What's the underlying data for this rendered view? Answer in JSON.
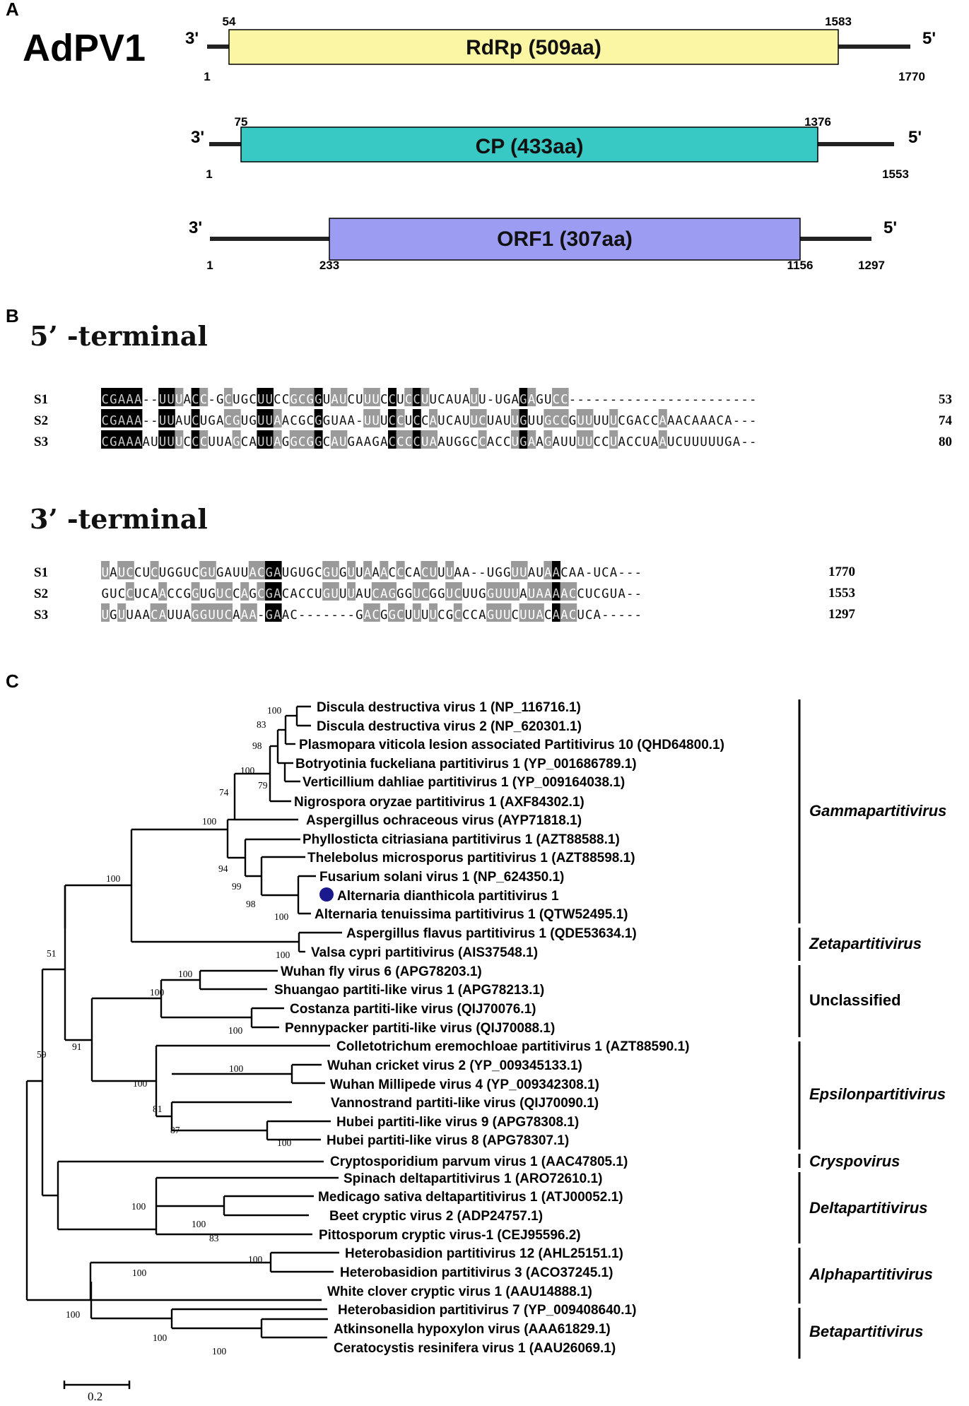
{
  "panel_a": {
    "label": "A",
    "virus": "AdPV1",
    "segments": [
      {
        "end3": "3'",
        "end5": "5'",
        "orf": "RdRp (509aa)",
        "start": "54",
        "stop": "1583",
        "first": "1",
        "last": "1770",
        "color": "#fbf6a4"
      },
      {
        "end3": "3'",
        "end5": "5'",
        "orf": "CP (433aa)",
        "start": "75",
        "stop": "1376",
        "first": "1",
        "last": "1553",
        "color": "#39c9c4"
      },
      {
        "end3": "3'",
        "end5": "5'",
        "orf": "ORF1 (307aa)",
        "start": "233",
        "stop": "1156",
        "first": "1",
        "last": "1297",
        "color": "#9b9cf2"
      }
    ]
  },
  "panel_b": {
    "label": "B",
    "five_prime": {
      "title": "5’ -terminal",
      "rows": [
        {
          "name": "S1",
          "seq": "CGAAA--UUUACC-GCUGCUUCCGCGGUAUCUUUCCUCCUUCAUAUU-UGAGAGUCC----------------------",
          "len": "53"
        },
        {
          "name": "S2",
          "seq": "CGAAA--UUAUCUGACGUGUUAACGCGGUAA-UUUCCUCCAUCAUUCUAUUGUUGCCGUUUUUCGACCAAACAAACA---",
          "len": "74"
        },
        {
          "name": "S3",
          "seq": "CGAAAAUUUUCCCUUAGCAUUAGGCGGCAUGAAGACCCCUAAUGGCCACCUGAAGAUUUUCCUACCUAAUCUUUUUGA",
          "len": "80"
        }
      ]
    },
    "three_prime": {
      "title": "3’ -terminal",
      "rows": [
        {
          "name": "S1",
          "seq": "UAUCCUCUGGUCGUGAUUACGAUGUGCGUGUUAAACCCACUUUAA--UGGUUAUAACAA-UCA---",
          "len": "1770"
        },
        {
          "name": "S2",
          "seq": "GUCCUCAACCGGUGUCCAGCGACACCUGUUUAUCAGGGUCGGUCUUGGUUUAUAAAACCUCGUA",
          "len": "1553"
        },
        {
          "name": "S3",
          "seq": "UGUUAACAUUAGGUUCAAA-GAAC-------GACGGCUUUUCGCCCAGUUCUUACAACUCA---",
          "len": "1297"
        }
      ]
    }
  },
  "panel_c": {
    "label": "C",
    "taxa": [
      "Discula destructiva virus 1 (NP_116716.1)",
      "Discula destructiva virus 2 (NP_620301.1)",
      "Plasmopara viticola lesion associated Partitivirus 10 (QHD64800.1)",
      "Botryotinia fuckeliana partitivirus 1 (YP_001686789.1)",
      "Verticillium dahliae partitivirus 1 (YP_009164038.1)",
      "Nigrospora oryzae partitivirus 1 (AXF84302.1)",
      "Aspergillus ochraceous virus (AYP71818.1)",
      "Phyllosticta citriasiana partitivirus 1 (AZT88588.1)",
      "Thelebolus microsporus partitivirus 1 (AZT88598.1)",
      "Fusarium solani virus 1 (NP_624350.1)",
      "Alternaria dianthicola partitivirus 1",
      "Alternaria tenuissima partitivirus 1 (QTW52495.1)",
      "Aspergillus flavus partitivirus 1 (QDE53634.1)",
      "Valsa cypri partitivirus (AIS37548.1)",
      "Wuhan fly virus 6 (APG78203.1)",
      "Shuangao partiti-like virus 1 (APG78213.1)",
      "Costanza partiti-like virus (QIJ70076.1)",
      "Pennypacker partiti-like virus (QIJ70088.1)",
      "Colletotrichum eremochloae partitivirus 1 (AZT88590.1)",
      "Wuhan cricket virus 2 (YP_009345133.1)",
      "Wuhan Millipede virus 4 (YP_009342308.1)",
      "Vannostrand partiti-like virus (QIJ70090.1)",
      "Hubei partiti-like virus 9 (APG78308.1)",
      "Hubei partiti-like virus 8 (APG78307.1)",
      "Cryptosporidium parvum virus 1 (AAC47805.1)",
      "Spinach deltapartitivirus 1 (ARO72610.1)",
      "Medicago sativa deltapartitivirus 1 (ATJ00052.1)",
      "Beet cryptic virus 2 (ADP24757.1)",
      "Pittosporum cryptic virus-1 (CEJ95596.2)",
      "Heterobasidion partitivirus 12 (AHL25151.1)",
      "Heterobasidion partitivirus 3 (ACO37245.1)",
      "White clover cryptic virus 1 (AAU14888.1)",
      "Heterobasidion partitivirus 7 (YP_009408640.1)",
      "Atkinsonella hypoxylon virus (AAA61829.1)",
      "Ceratocystis resinifera virus 1 (AAU26069.1)"
    ],
    "bootstrap": [
      "100",
      "83",
      "98",
      "100",
      "79",
      "74",
      "100",
      "94",
      "99",
      "98",
      "100",
      "100",
      "100",
      "51",
      "100",
      "100",
      "100",
      "91",
      "100",
      "100",
      "81",
      "87",
      "100",
      "59",
      "100",
      "100",
      "83",
      "100",
      "100",
      "100",
      "100",
      "100"
    ],
    "clades": [
      "Gammapartitivirus",
      "Zetapartitivirus",
      "Unclassified",
      "Epsilonpartitivirus",
      "Cryspovirus",
      "Deltapartitivirus",
      "Alphapartitivirus",
      "Betapartitivirus"
    ],
    "scale": "0.2",
    "marker_color": "#1a1a8c"
  }
}
